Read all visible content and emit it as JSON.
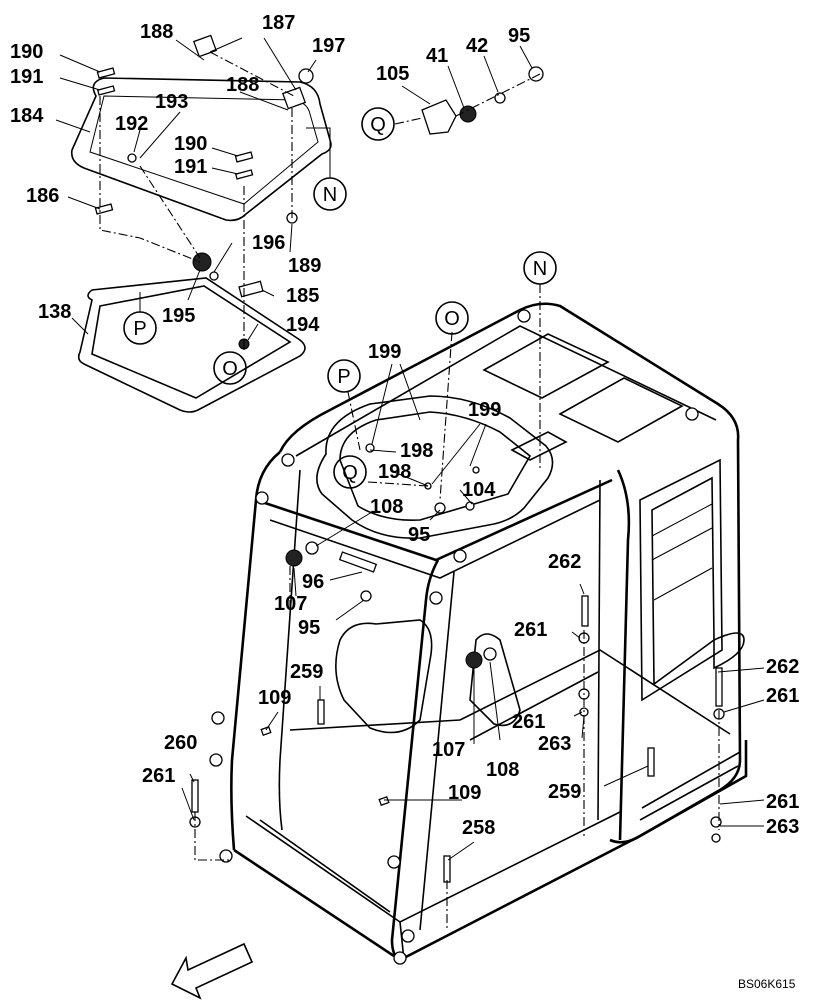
{
  "diagram": {
    "drawing_code": "BS06K615",
    "callouts": {
      "N1": "N",
      "N2": "N",
      "O1": "O",
      "O2": "O",
      "P1": "P",
      "P2": "P",
      "Q1": "Q",
      "Q2": "Q"
    },
    "labels": {
      "l190a": "190",
      "l191a": "191",
      "l184": "184",
      "l188a": "188",
      "l187": "187",
      "l197": "197",
      "l188b": "188",
      "l193": "193",
      "l192": "192",
      "l190b": "190",
      "l191b": "191",
      "l186": "186",
      "l196": "196",
      "l189": "189",
      "l195": "195",
      "l185": "185",
      "l138": "138",
      "l194": "194",
      "l95a": "95",
      "l41": "41",
      "l42": "42",
      "l105": "105",
      "l199a": "199",
      "l199b": "199",
      "l198a": "198",
      "l198b": "198",
      "l104": "104",
      "l108a": "108",
      "l95b": "95",
      "l96": "96",
      "l107a": "107",
      "l95c": "95",
      "l262a": "262",
      "l261a": "261",
      "l262b": "262",
      "l261b": "261",
      "l261c": "261",
      "l263a": "263",
      "l259a": "259",
      "l109a": "109",
      "l107b": "107",
      "l108b": "108",
      "l260": "260",
      "l261d": "261",
      "l259b": "259",
      "l109b": "109",
      "l261e": "261",
      "l263b": "263",
      "l258": "258"
    }
  }
}
